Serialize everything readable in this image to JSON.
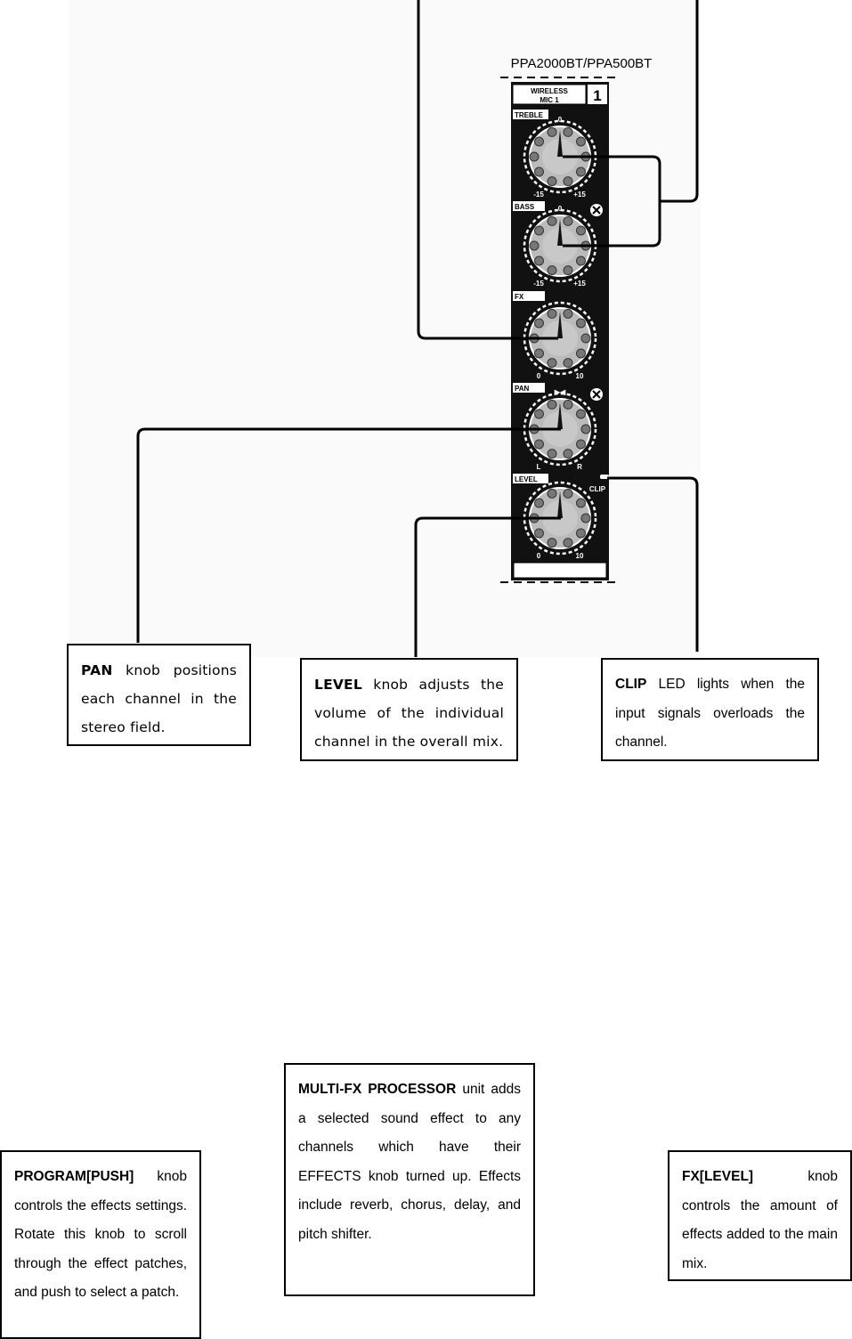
{
  "panel": {
    "model": "PPA2000BT/PPA500BT",
    "wireless_label": "WIRELESS",
    "mic_label": "MIC 1",
    "channel_number": "1",
    "knobs": [
      {
        "label": "TREBLE",
        "min": "-15",
        "center": "0",
        "max": "+15"
      },
      {
        "label": "BASS",
        "min": "-15",
        "center": "0",
        "max": "+15"
      },
      {
        "label": "FX",
        "min": "0",
        "max": "10"
      },
      {
        "label": "PAN",
        "min": "L",
        "center": "▶◀",
        "max": "R"
      },
      {
        "label": "LEVEL",
        "min": "0",
        "max": "10"
      }
    ],
    "clip_label": "CLIP"
  },
  "callouts": {
    "pan": {
      "title": "PAN",
      "text": " knob positions each channel in the stereo field."
    },
    "level": {
      "title": "LEVEL",
      "text": " knob adjusts the volume of the individual channel in the overall mix."
    },
    "clip": {
      "title": "CLIP",
      "text": " LED lights when the input signals overloads the channel."
    },
    "multifx": {
      "title": "MULTI-FX PROCESSOR",
      "text": " unit adds a selected sound effect to any channels which have their EFFECTS knob turned up. Effects include reverb, chorus, delay, and pitch shifter."
    },
    "program": {
      "title": "PROGRAM[PUSH]",
      "text": " knob controls the effects settings. Rotate this knob to scroll through the effect patches, and push to select a patch."
    },
    "fxlevel": {
      "title": "FX[LEVEL]",
      "text": " knob controls the amount of effects added to the main mix."
    }
  }
}
